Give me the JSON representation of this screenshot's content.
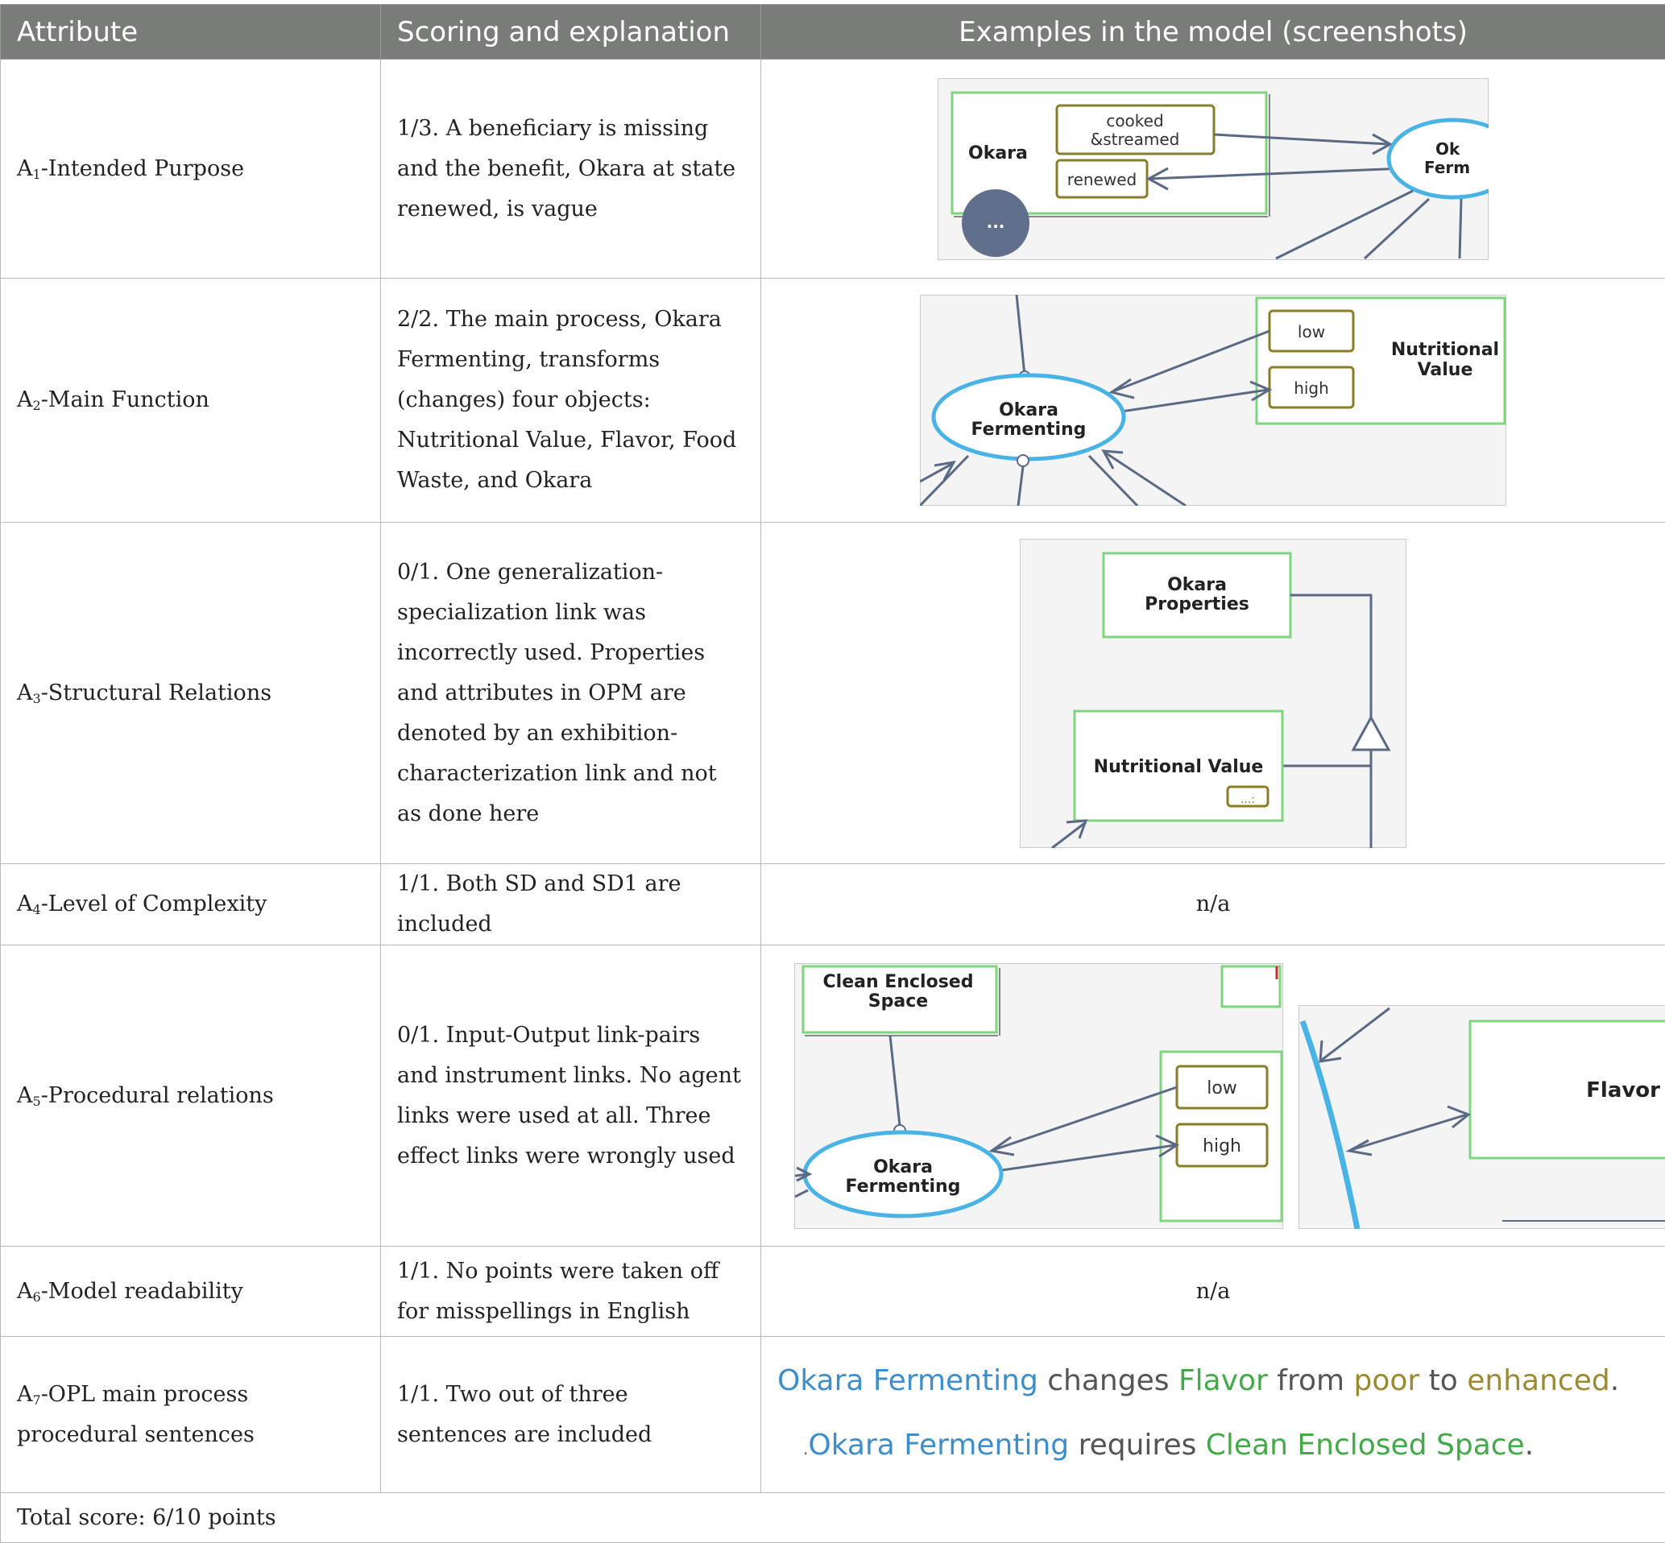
{
  "headers": [
    "Attribute",
    "Scoring and explanation",
    "Examples in the model (screenshots)"
  ],
  "rows": [
    {
      "prefix": "A",
      "sub": "1",
      "name": "-Intended Purpose",
      "text": "1/3. A beneficiary is missing and the benefit, Okara at state renewed, is vague"
    },
    {
      "prefix": "A",
      "sub": "2",
      "name": "-Main Function",
      "text": "2/2. The main process, Okara Fermenting, transforms (changes) four objects: Nutritional Value, Flavor, Food Waste, and Okara"
    },
    {
      "prefix": "A",
      "sub": "3",
      "name": "-Structural Relations",
      "text": "0/1. One generalization-specialization link was incorrectly used. Properties and attributes in OPM are denoted by an exhibition-characterization link and not as done here"
    },
    {
      "prefix": "A",
      "sub": "4",
      "name": "-Level of Complexity",
      "text": "1/1. Both SD and SD1 are included",
      "example": "n/a"
    },
    {
      "prefix": "A",
      "sub": "5",
      "name": "-Procedural relations",
      "text": "0/1. Input-Output link-pairs and instrument links. No agent links were used at all. Three effect links were wrongly used"
    },
    {
      "prefix": "A",
      "sub": "6",
      "name": "-Model readability",
      "text": "1/1. No points were taken off for misspellings in English",
      "example": "n/a"
    },
    {
      "prefix": "A",
      "sub": "7",
      "name": "-OPL main process procedural sentences",
      "text": "1/1. Two out of three sentences are included"
    }
  ],
  "total": "Total score: 6/10 points",
  "shot1": {
    "object": "Okara",
    "state_a": "cooked",
    "state_a2": "&streamed",
    "state_b": "renewed",
    "process_a": "Ok",
    "process_b": "Ferm",
    "more": "..."
  },
  "shot2": {
    "process_a": "Okara",
    "process_b": "Fermenting",
    "state_a": "low",
    "state_b": "high",
    "object_a": "Nutritional",
    "object_b": "Value"
  },
  "shot3": {
    "top_a": "Okara",
    "top_b": "Properties",
    "bottom": "Nutritional Value",
    "more": "...:"
  },
  "shot4": {
    "object_a": "Clean Enclosed",
    "object_b": "Space",
    "state_a": "low",
    "state_b": "high",
    "process_a": "Okara",
    "process_b": "Fermenting"
  },
  "shot5": {
    "object": "Flavor"
  },
  "opl": {
    "s1_proc": "Okara Fermenting",
    "s1_verb": " changes ",
    "s1_obj": "Flavor",
    "s1_from": " from ",
    "s1_state1": "poor",
    "s1_to": " to ",
    "s1_state2": "enhanced",
    "s1_end": ".",
    "s2_lead": ".",
    "s2_proc": "Okara Fermenting",
    "s2_verb": " requires ",
    "s2_obj": "Clean Enclosed Space",
    "s2_end": "."
  },
  "colors": {
    "header_bg": "#7a7c7a",
    "process_border": "#4ab3e6",
    "object_border": "#7fd47f",
    "state_border": "#8a7d2a",
    "link": "#5b6a84"
  }
}
